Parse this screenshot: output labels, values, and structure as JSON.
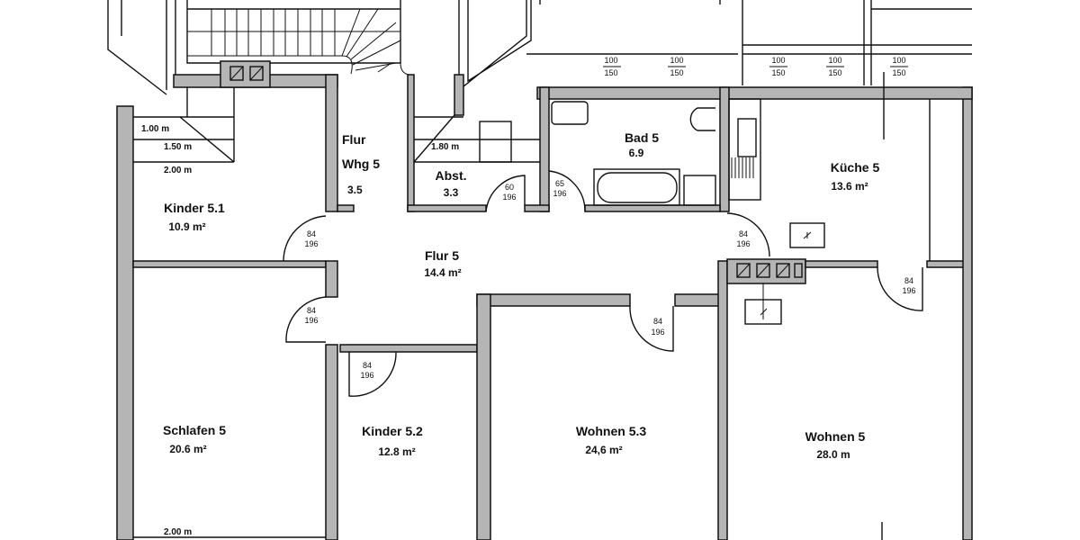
{
  "rooms": {
    "kinder51": {
      "name": "Kinder 5.1",
      "area": "10.9 m²"
    },
    "flur_whg": {
      "name1": "Flur",
      "name2": "Whg 5",
      "area": "3.5"
    },
    "abst": {
      "name": "Abst.",
      "area": "3.3"
    },
    "bad": {
      "name": "Bad 5",
      "area": "6.9"
    },
    "kueche": {
      "name": "Küche 5",
      "area": "13.6 m²"
    },
    "flur5": {
      "name": "Flur 5",
      "area": "14.4 m²"
    },
    "schlafen": {
      "name": "Schlafen 5",
      "area": "20.6 m²"
    },
    "kinder52": {
      "name": "Kinder 5.2",
      "area": "12.8 m²"
    },
    "wohnen53": {
      "name": "Wohnen 5.3",
      "area": "24,6 m²"
    },
    "wohnen5": {
      "name": "Wohnen 5",
      "area": "28.0 m"
    }
  },
  "dimensions": [
    "1.00 m",
    "1.50 m",
    "2.00 m",
    "1.80 m",
    "2.00 m"
  ],
  "windows": [
    {
      "w": "100",
      "h": "150"
    },
    {
      "w": "100",
      "h": "150"
    },
    {
      "w": "100",
      "h": "150"
    },
    {
      "w": "100",
      "h": "150"
    },
    {
      "w": "100",
      "h": "150"
    }
  ],
  "doors": [
    {
      "w": "84",
      "h": "196"
    },
    {
      "w": "84",
      "h": "196"
    },
    {
      "w": "84",
      "h": "196"
    },
    {
      "w": "84",
      "h": "196"
    },
    {
      "w": "84",
      "h": "196"
    },
    {
      "w": "84",
      "h": "196"
    },
    {
      "w": "60",
      "h": "196"
    },
    {
      "w": "65",
      "h": "196"
    }
  ],
  "colors": {
    "wall": "#b5b5b5",
    "line": "#111111"
  }
}
